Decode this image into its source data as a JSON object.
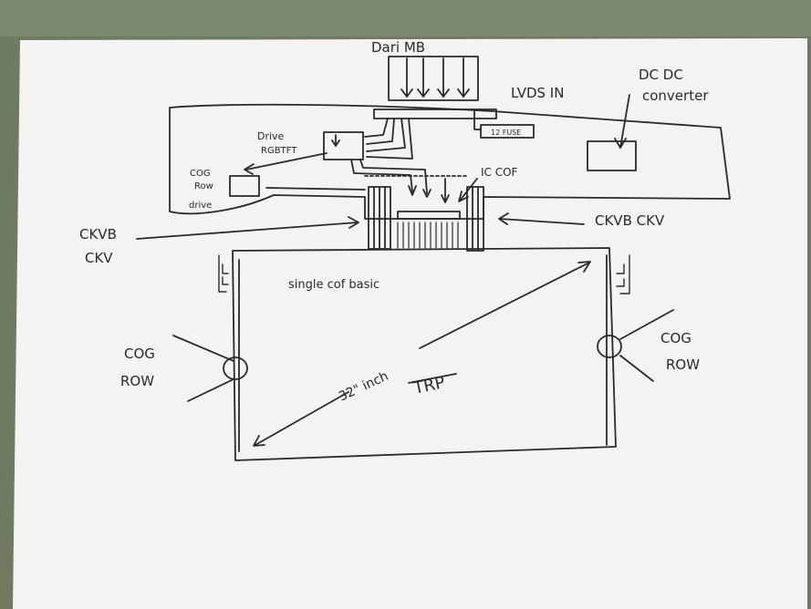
{
  "colors": {
    "background_green": "#6f7a63",
    "paper": "#f3f3f1",
    "ink": "#2a2a2a"
  },
  "labels": {
    "dari_mb": "Dari  MB",
    "lvds_in": "LVDS  IN",
    "dc_dc": "DC DC",
    "converter": "converter",
    "drive": "Drive",
    "rgbtft": "RGBTFT",
    "fuse": "12 FUSE",
    "cog_row_drive_1": "COG",
    "cog_row_drive_2": "Row",
    "cog_row_drive_3": "drive",
    "ic_cof": "IC COF",
    "ckvb_ckv_left_1": "CKVB",
    "ckvb_ckv_left_2": "CKV",
    "ckvb_ckv_right": "CKVB  CKV",
    "single_cof": "single cof  basic",
    "size": "32\" inch",
    "trp": "TRP",
    "cog_row_left_1": "COG",
    "cog_row_left_2": "ROW",
    "cog_row_right_1": "COG",
    "cog_row_right_2": "ROW"
  }
}
